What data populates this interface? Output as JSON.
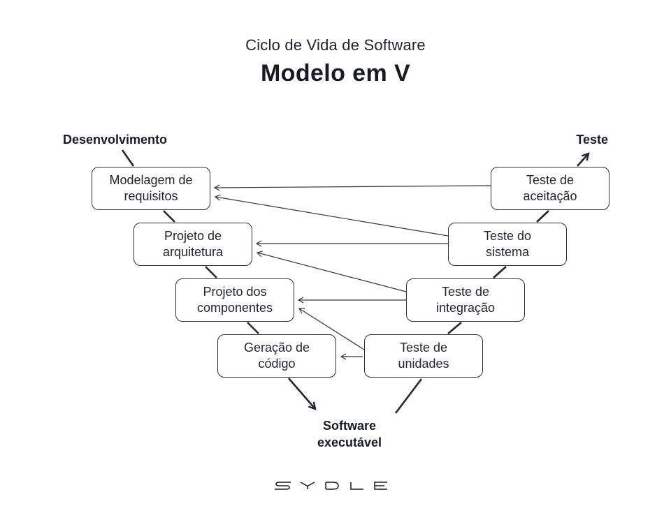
{
  "page": {
    "background": "#ffffff",
    "ink": "#232733",
    "line_color": "#33363f"
  },
  "header": {
    "subtitle": "Ciclo de Vida de Software",
    "title": "Modelo em V"
  },
  "labels": {
    "left": "Desenvolvimento",
    "right": "Teste",
    "bottom_line1": "Software",
    "bottom_line2": "executável"
  },
  "nodes": [
    {
      "id": "modelagem-requisitos",
      "line1": "Modelagem de",
      "line2": "requisitos"
    },
    {
      "id": "teste-aceitacao",
      "line1": "Teste de",
      "line2": "aceitação"
    },
    {
      "id": "projeto-arquitetura",
      "line1": "Projeto de",
      "line2": "arquitetura"
    },
    {
      "id": "teste-sistema",
      "line1": "Teste do",
      "line2": "sistema"
    },
    {
      "id": "projeto-componentes",
      "line1": "Projeto dos",
      "line2": "componentes"
    },
    {
      "id": "teste-integracao",
      "line1": "Teste de",
      "line2": "integração"
    },
    {
      "id": "geracao-codigo",
      "line1": "Geração de",
      "line2": "código"
    },
    {
      "id": "teste-unidades",
      "line1": "Teste de",
      "line2": "unidades"
    }
  ],
  "edges": [
    {
      "from": "desenvolvimento-label",
      "to": "modelagem-requisitos",
      "kind": "flow",
      "arrowhead": false
    },
    {
      "from": "modelagem-requisitos",
      "to": "projeto-arquitetura",
      "kind": "flow",
      "arrowhead": false
    },
    {
      "from": "projeto-arquitetura",
      "to": "projeto-componentes",
      "kind": "flow",
      "arrowhead": false
    },
    {
      "from": "projeto-componentes",
      "to": "geracao-codigo",
      "kind": "flow",
      "arrowhead": false
    },
    {
      "from": "geracao-codigo",
      "to": "software-executavel",
      "kind": "flow",
      "arrowhead": true
    },
    {
      "from": "software-executavel",
      "to": "teste-unidades",
      "kind": "flow",
      "arrowhead": false
    },
    {
      "from": "teste-unidades",
      "to": "teste-integracao",
      "kind": "flow",
      "arrowhead": false
    },
    {
      "from": "teste-integracao",
      "to": "teste-sistema",
      "kind": "flow",
      "arrowhead": false
    },
    {
      "from": "teste-sistema",
      "to": "teste-aceitacao",
      "kind": "flow",
      "arrowhead": false
    },
    {
      "from": "teste-aceitacao",
      "to": "teste-label",
      "kind": "flow",
      "arrowhead": true
    },
    {
      "from": "teste-aceitacao",
      "to": "modelagem-requisitos",
      "kind": "verification-arrow",
      "arrowhead": true
    },
    {
      "from": "teste-sistema",
      "to": "modelagem-requisitos",
      "kind": "verification-arrow",
      "arrowhead": true
    },
    {
      "from": "teste-sistema",
      "to": "projeto-arquitetura",
      "kind": "verification-arrow",
      "arrowhead": true
    },
    {
      "from": "teste-integracao",
      "to": "projeto-arquitetura",
      "kind": "verification-arrow",
      "arrowhead": true
    },
    {
      "from": "teste-integracao",
      "to": "projeto-componentes",
      "kind": "verification-arrow",
      "arrowhead": true
    },
    {
      "from": "teste-unidades",
      "to": "projeto-componentes",
      "kind": "verification-arrow",
      "arrowhead": true
    },
    {
      "from": "teste-unidades",
      "to": "geracao-codigo",
      "kind": "verification-arrow",
      "arrowhead": true
    }
  ],
  "footer": {
    "logo": "SYDLE"
  }
}
